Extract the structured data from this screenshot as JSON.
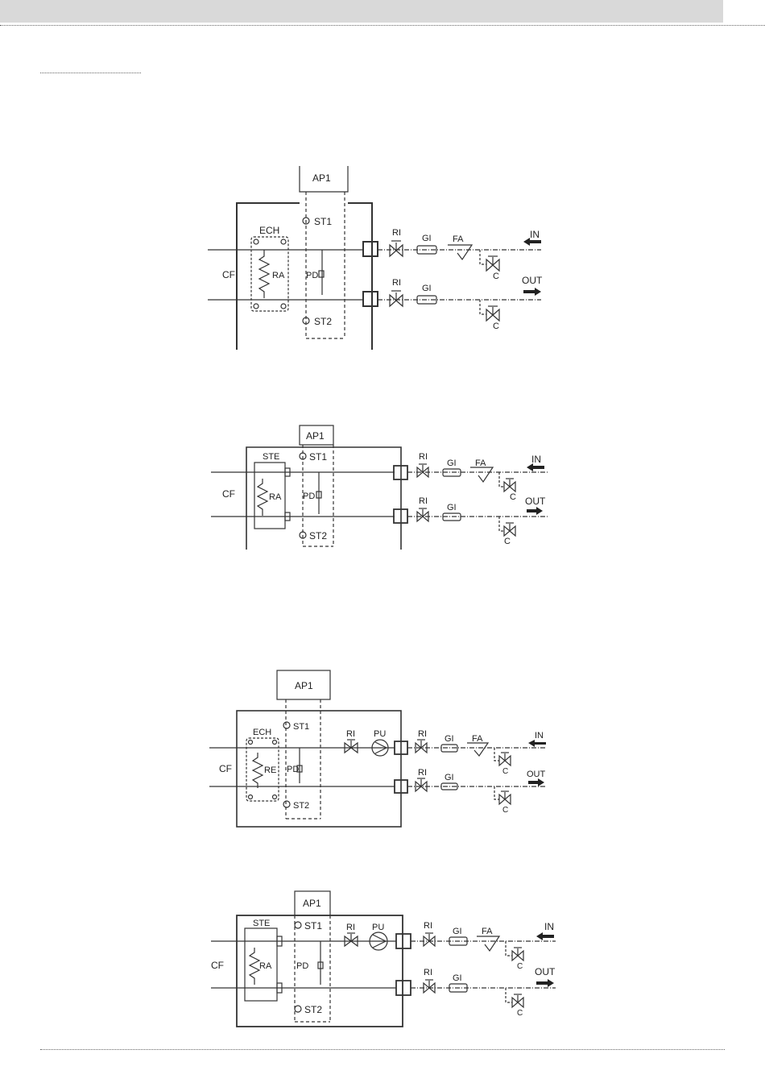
{
  "labels": {
    "ap1": "AP1",
    "st1": "ST1",
    "st2": "ST2",
    "ech": "ECH",
    "ste": "STE",
    "ra": "RA",
    "re": "RE",
    "pd": "PD",
    "cf": "CF",
    "ri": "RI",
    "gi": "GI",
    "fa": "FA",
    "c": "C",
    "pu": "PU",
    "in": "IN",
    "out": "OUT"
  },
  "diagrams": [
    {
      "exchanger": "ECH",
      "element": "RA",
      "pump": false
    },
    {
      "exchanger": "STE",
      "element": "RA",
      "pump": false
    },
    {
      "exchanger": "ECH",
      "element": "RE",
      "pump": true
    },
    {
      "exchanger": "STE",
      "element": "RA",
      "pump": true
    }
  ],
  "colors": {
    "line": "#333333",
    "header_band": "#d9d9d9"
  }
}
